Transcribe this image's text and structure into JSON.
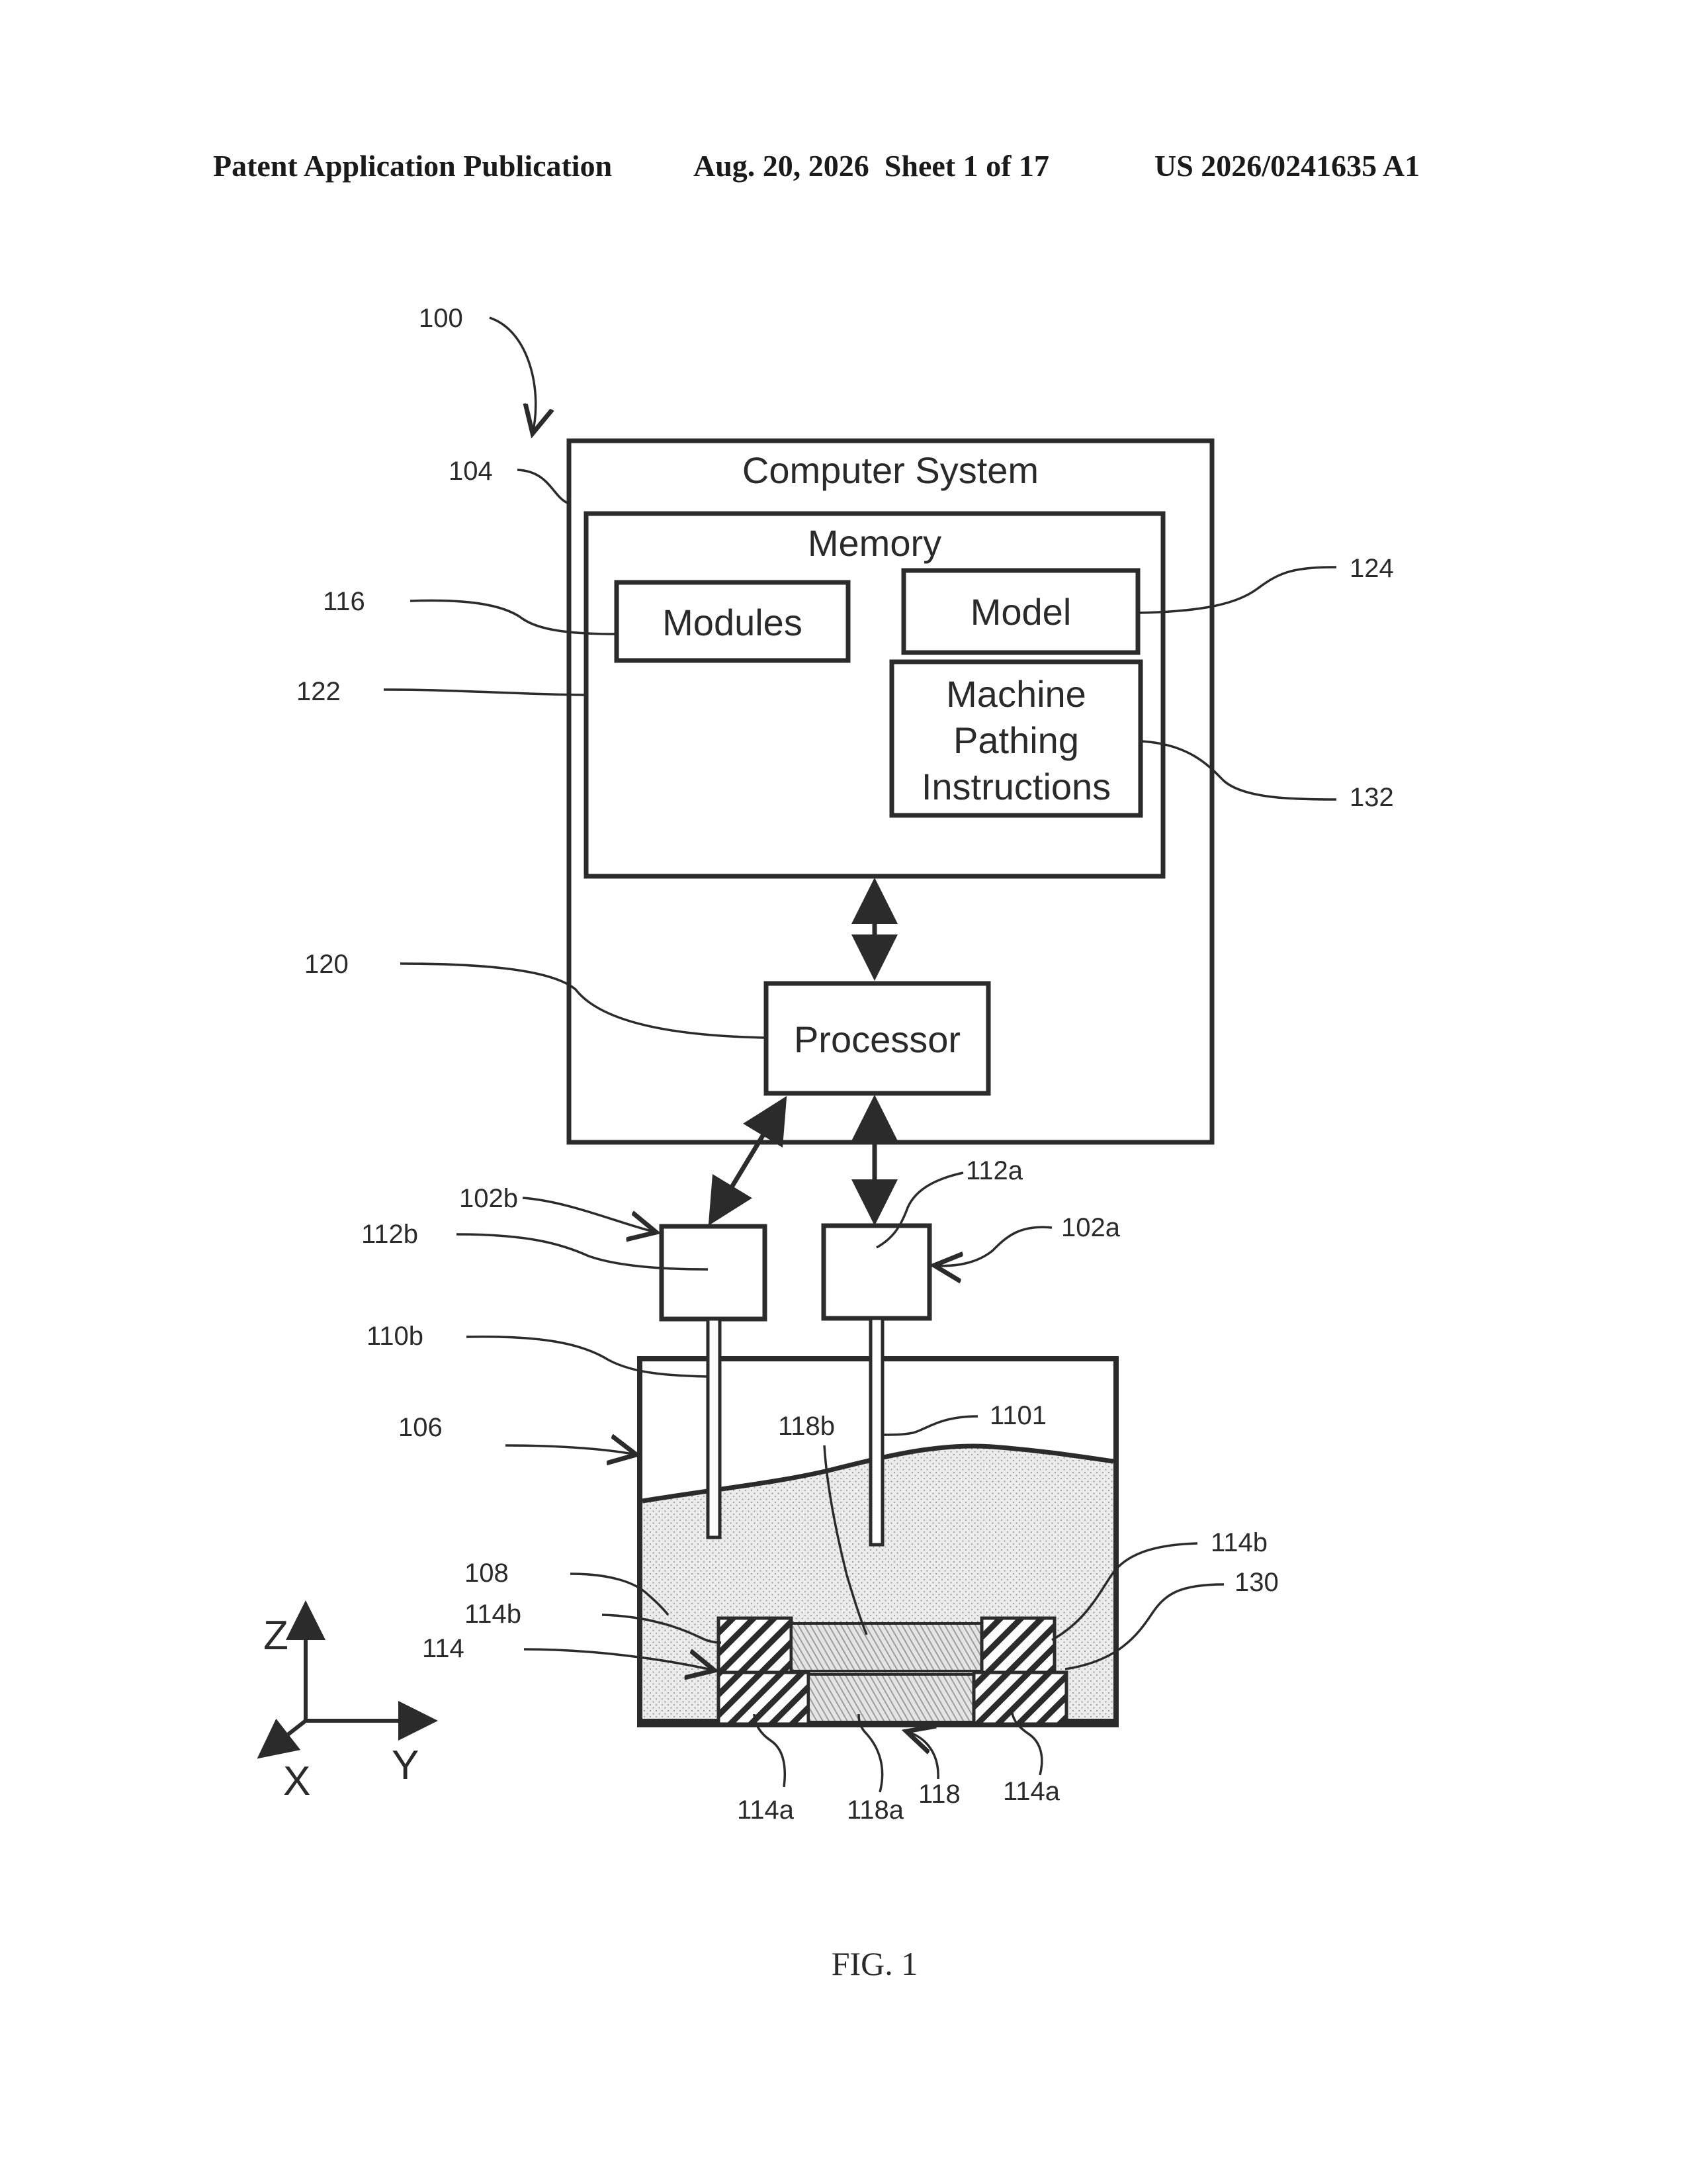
{
  "header": {
    "publication": "Patent Application Publication",
    "date_sheet": "Aug. 20, 2026  Sheet 1 of 17",
    "number": "US 2026/0241635 A1"
  },
  "boxes": {
    "computer_system": "Computer System",
    "memory": "Memory",
    "modules": "Modules",
    "model": "Model",
    "machine_pathing": [
      "Machine",
      "Pathing",
      "Instructions"
    ],
    "processor": "Processor"
  },
  "refs": {
    "r100": "100",
    "r104": "104",
    "r116": "116",
    "r122": "122",
    "r124": "124",
    "r132": "132",
    "r120": "120",
    "r102b": "102b",
    "r112a": "112a",
    "r112b": "112b",
    "r102a": "102a",
    "r110b": "110b",
    "r1101": "1101",
    "r118b": "118b",
    "r106": "106",
    "r114b_right": "114b",
    "r130": "130",
    "r108": "108",
    "r114b_left": "114b",
    "r114": "114",
    "r114a_left": "114a",
    "r118a": "118a",
    "r118": "118",
    "r114a_right": "114a"
  },
  "axes": {
    "z": "Z",
    "x": "X",
    "y": "Y"
  },
  "figure_label": "FIG. 1",
  "colors": {
    "ink": "#2b2b2b",
    "paper": "#ffffff",
    "fluid": "#e9e9e9",
    "tool_fill": "#dcdcdc"
  }
}
